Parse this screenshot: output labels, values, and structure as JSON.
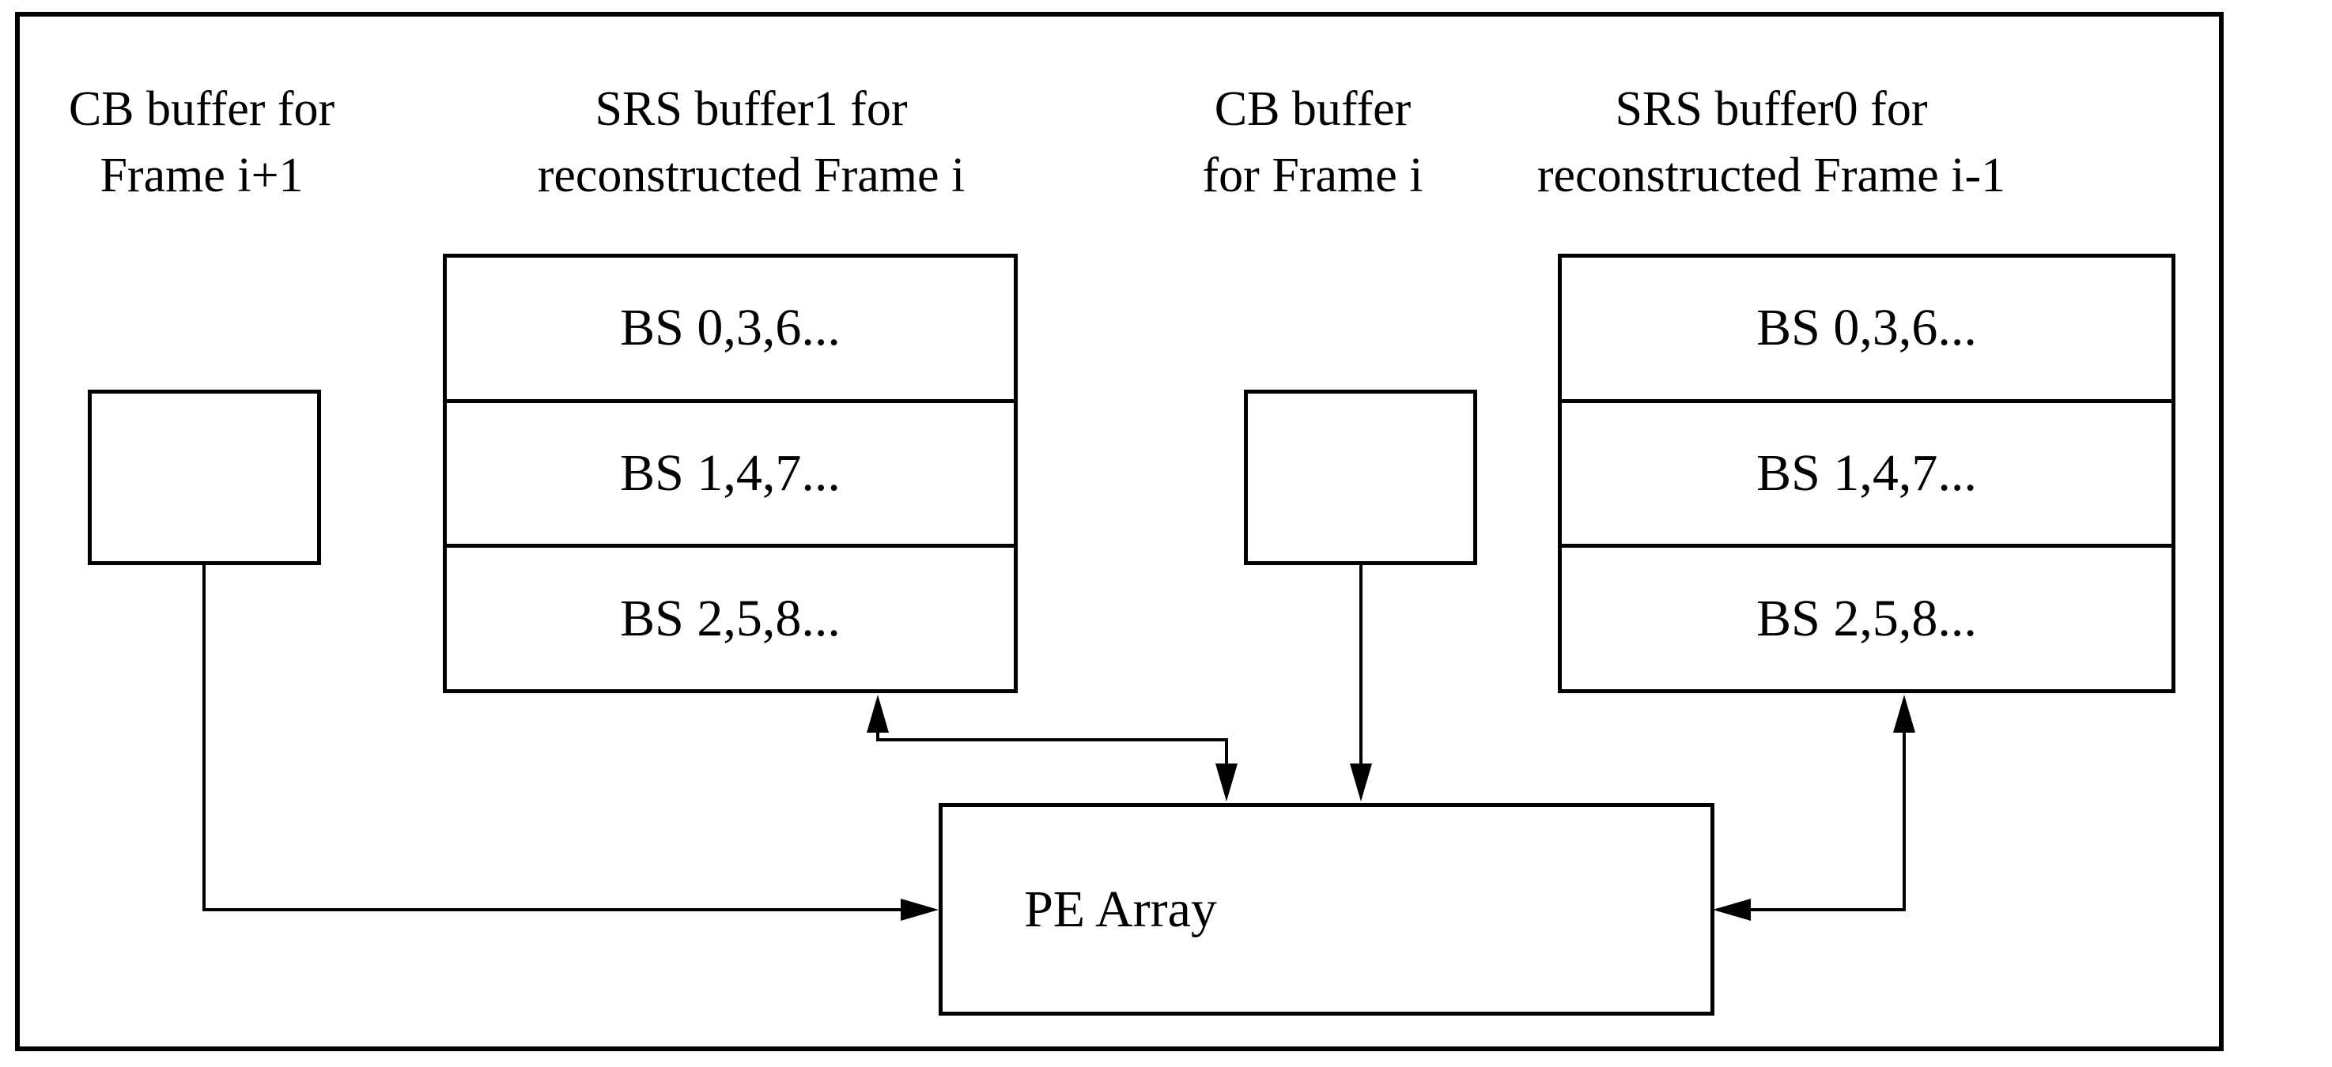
{
  "diagram": {
    "background_color": "#ffffff",
    "stroke_color": "#000000",
    "labels": {
      "cb_buffer_next": {
        "line1": "CB buffer for",
        "line2": "Frame i+1"
      },
      "srs_buffer1": {
        "line1": "SRS buffer1 for",
        "line2": "reconstructed Frame i"
      },
      "cb_buffer_cur": {
        "line1": "CB buffer",
        "line2": "for Frame i"
      },
      "srs_buffer0": {
        "line1": "SRS buffer0 for",
        "line2": "reconstructed Frame i-1"
      }
    },
    "srs_buffer1_rows": [
      "BS 0,3,6...",
      "BS 1,4,7...",
      "BS 2,5,8..."
    ],
    "srs_buffer0_rows": [
      "BS 0,3,6...",
      "BS 1,4,7...",
      "BS 2,5,8..."
    ],
    "pe_array_label": "PE Array"
  }
}
